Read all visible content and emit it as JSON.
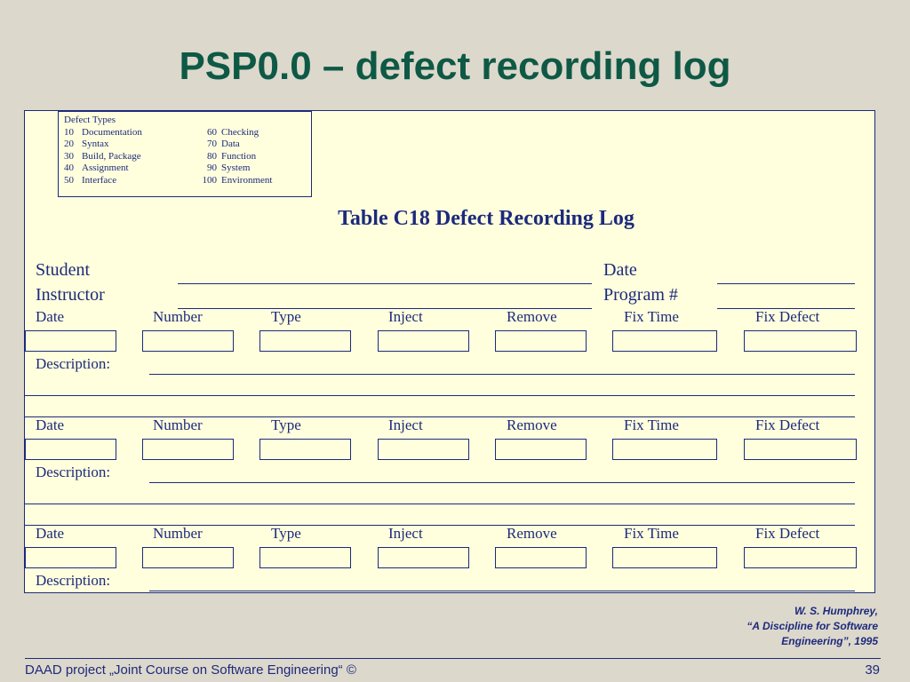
{
  "slide": {
    "title": "PSP0.0 – defect recording log",
    "reference": [
      "W. S. Humphrey,",
      "“A Discipline for Software",
      "Engineering”, 1995"
    ],
    "footer_text": "DAAD project „Joint Course on Software Engineering“ ©",
    "page_number": "39"
  },
  "form": {
    "legend_title": "Defect Types",
    "legend_left": [
      {
        "code": "10",
        "name": "Documentation"
      },
      {
        "code": "20",
        "name": "Syntax"
      },
      {
        "code": "30",
        "name": "Build, Package"
      },
      {
        "code": "40",
        "name": "Assignment"
      },
      {
        "code": "50",
        "name": "Interface"
      }
    ],
    "legend_right": [
      {
        "code": "60",
        "name": "Checking"
      },
      {
        "code": "70",
        "name": "Data"
      },
      {
        "code": "80",
        "name": "Function"
      },
      {
        "code": "90",
        "name": "System"
      },
      {
        "code": "100",
        "name": "Environment"
      }
    ],
    "table_title": "Table C18  Defect Recording Log",
    "student_label": "Student",
    "instructor_label": "Instructor",
    "date_label": "Date",
    "program_label": "Program #",
    "columns": [
      "Date",
      "Number",
      "Type",
      "Inject",
      "Remove",
      "Fix Time",
      "Fix Defect"
    ],
    "description_label": "Description:"
  }
}
